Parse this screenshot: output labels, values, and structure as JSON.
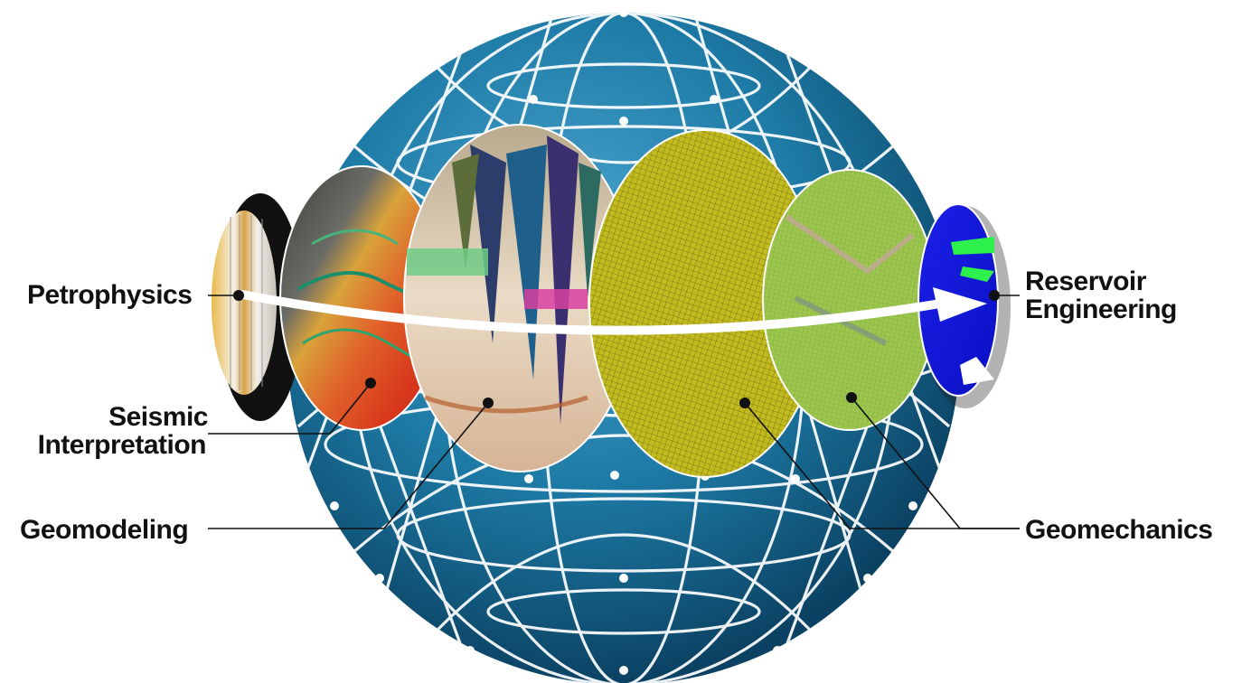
{
  "labels": {
    "petrophysics": "Petrophysics",
    "seismic_line1": "Seismic",
    "seismic_line2": "Interpretation",
    "geomodeling": "Geomodeling",
    "geomechanics": "Geomechanics",
    "reservoir_line1": "Reservoir",
    "reservoir_line2": "Engineering"
  },
  "colors": {
    "sphere": "#1d7aa5",
    "sphere_dark": "#0c4b6e",
    "grid": "#ffffff",
    "arrow": "#ffffff",
    "petro_panel": "#e8b24a",
    "seismic_panel": "#d84a1e",
    "geomodel_panel": "#e7d6bd",
    "geomech_panel": "#b7b21a",
    "geomech2_panel": "#8fc04a",
    "reservoir_panel": "#1a24e6"
  },
  "icons": {
    "sphere": "wireframe-globe",
    "flow": "curved-arrow"
  }
}
